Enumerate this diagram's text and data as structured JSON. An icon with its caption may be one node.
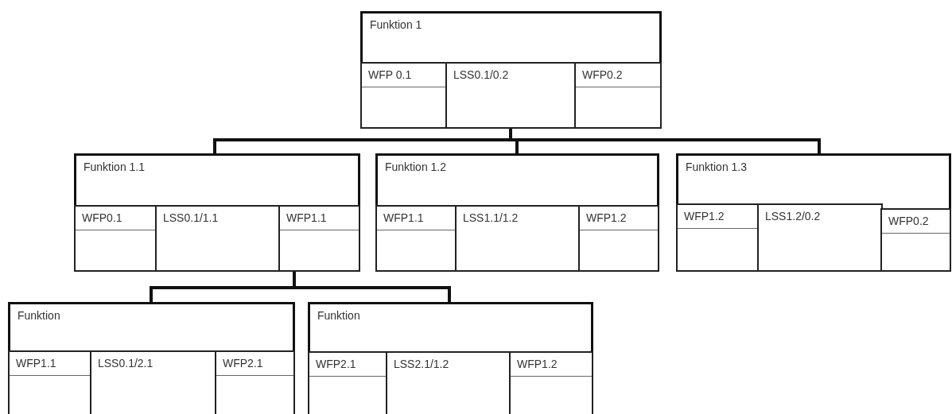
{
  "diagram": {
    "nodes": [
      {
        "text": [
          "Funktion 1"
        ]
      },
      {
        "text": [
          "WFP 0.1"
        ],
        "in": 0
      },
      {
        "text": [
          "LSS0.1/0.2"
        ],
        "in": 0
      },
      {
        "text": [
          "WFP0.2"
        ],
        "in": 0
      },
      {
        "text": [
          "Funktion 1.1"
        ]
      },
      {
        "text": [
          "WFP0.1"
        ],
        "in": 4
      },
      {
        "text": [
          "LSS0.1/1.1"
        ],
        "in": 4
      },
      {
        "text": [
          "WFP1.1"
        ],
        "in": 4
      },
      {
        "text": [
          "Funktion 1.2"
        ]
      },
      {
        "text": [
          "WFP1.1"
        ],
        "in": 8
      },
      {
        "text": [
          "LSS1.1/1.2"
        ],
        "in": 8
      },
      {
        "text": [
          "WFP1.2"
        ],
        "in": 8
      },
      {
        "text": [
          "Funktion 1.3"
        ]
      },
      {
        "text": [
          "WFP1.2"
        ],
        "in": 12
      },
      {
        "text": [
          "LSS1.2/0.2"
        ],
        "in": 12
      },
      {
        "text": [
          "WFP0.2"
        ],
        "in": 12
      },
      {
        "text": [
          "Funktion"
        ]
      },
      {
        "text": [
          "WFP1.1"
        ],
        "in": 16
      },
      {
        "text": [
          "LSS0.1/2.1"
        ],
        "in": 16
      },
      {
        "text": [
          "WFP2.1"
        ],
        "in": 16
      },
      {
        "text": [
          "Funktion"
        ]
      },
      {
        "text": [
          "WFP2.1"
        ],
        "in": 20
      },
      {
        "text": [
          "LSS2.1/1.2"
        ],
        "in": 20
      },
      {
        "text": [
          "WFP1.2"
        ],
        "in": 20
      }
    ],
    "edges": [
      {
        "from": 0,
        "to": 4,
        "arrow": "none"
      },
      {
        "from": 0,
        "to": 8,
        "arrow": "none"
      },
      {
        "from": 0,
        "to": 12,
        "arrow": "none"
      },
      {
        "from": 4,
        "to": 16,
        "arrow": "none"
      },
      {
        "from": 4,
        "to": 20,
        "arrow": "none"
      }
    ]
  }
}
